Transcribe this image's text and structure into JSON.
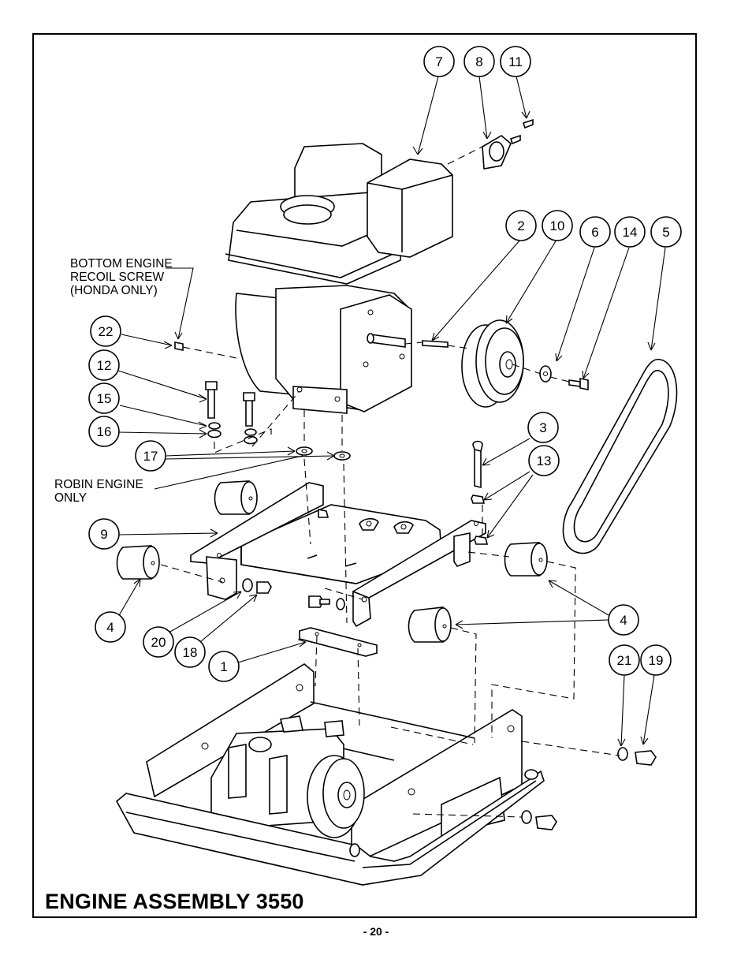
{
  "title": "ENGINE ASSEMBLY 3550",
  "page_number": "- 20 -",
  "notes": {
    "honda": "BOTTOM ENGINE\nRECOIL SCREW\n(HONDA ONLY)",
    "robin": "ROBIN ENGINE\nONLY"
  },
  "callouts": {
    "c7": "7",
    "c8": "8",
    "c11": "11",
    "c2": "2",
    "c10": "10",
    "c6": "6",
    "c14": "14",
    "c5": "5",
    "c22": "22",
    "c12": "12",
    "c15": "15",
    "c16": "16",
    "c17": "17",
    "c3": "3",
    "c13": "13",
    "c9": "9",
    "c4a": "4",
    "c4b": "4",
    "c20": "20",
    "c18": "18",
    "c1": "1",
    "c21": "21",
    "c19": "19"
  }
}
